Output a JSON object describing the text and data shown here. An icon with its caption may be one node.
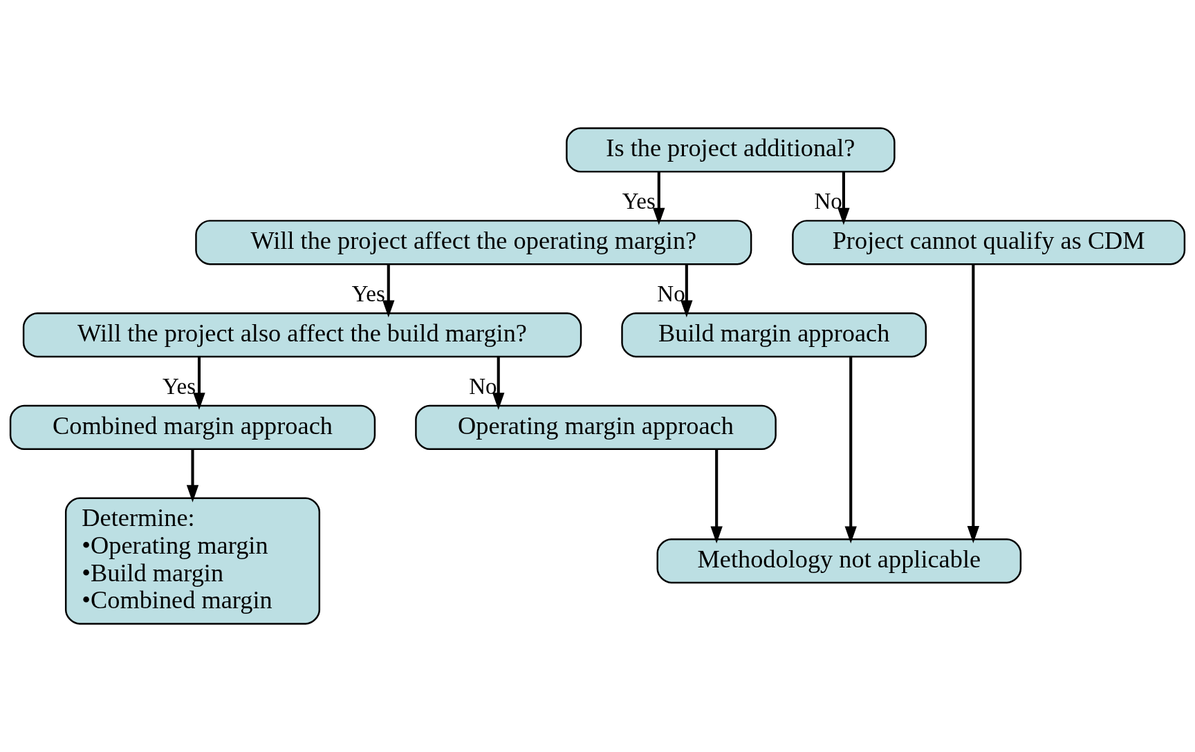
{
  "diagram": {
    "nodes": [
      {
        "text": [
          "Is the project additional?"
        ]
      },
      {
        "text": [
          "Will the project affect the operating margin?"
        ]
      },
      {
        "text": [
          "Project cannot qualify as CDM"
        ]
      },
      {
        "text": [
          "Will the project also affect the build margin?"
        ]
      },
      {
        "text": [
          "Build margin approach"
        ]
      },
      {
        "text": [
          "Combined margin approach"
        ]
      },
      {
        "text": [
          "Operating margin approach"
        ]
      },
      {
        "text": [
          "Methodology not applicable"
        ]
      },
      {
        "text": [
          "Determine:",
          "•Operating margin",
          "•Build margin",
          "•Combined margin"
        ]
      }
    ],
    "edges": [
      {
        "from": 0,
        "to": 1,
        "arrow": "to",
        "label": "Yes"
      },
      {
        "from": 0,
        "to": 2,
        "arrow": "to",
        "label": "No"
      },
      {
        "from": 1,
        "to": 3,
        "arrow": "to",
        "label": "Yes"
      },
      {
        "from": 1,
        "to": 4,
        "arrow": "to",
        "label": "No"
      },
      {
        "from": 3,
        "to": 5,
        "arrow": "to",
        "label": "Yes"
      },
      {
        "from": 3,
        "to": 6,
        "arrow": "to",
        "label": "No"
      },
      {
        "from": 4,
        "to": 7,
        "arrow": "to"
      },
      {
        "from": 2,
        "to": 7,
        "arrow": "to"
      },
      {
        "from": 6,
        "to": 7,
        "arrow": "to"
      },
      {
        "from": 5,
        "to": 8,
        "arrow": "to"
      }
    ]
  }
}
